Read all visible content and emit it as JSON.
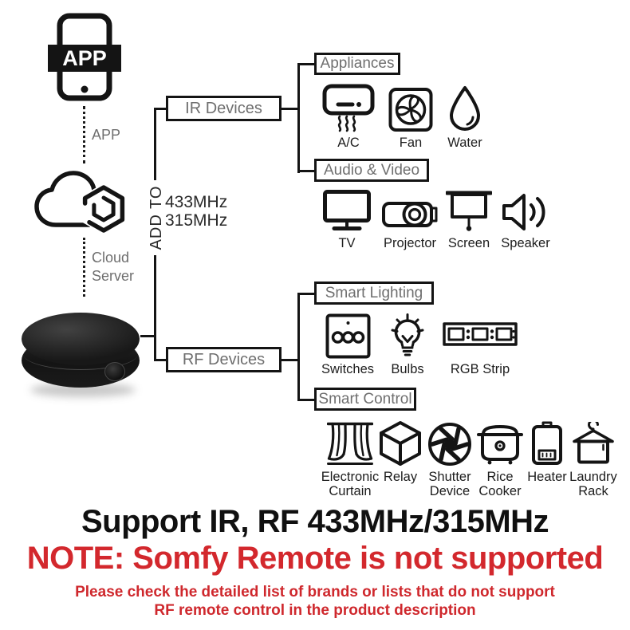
{
  "app": {
    "icon_text": "APP",
    "label": "APP"
  },
  "cloud": {
    "label_line1": "Cloud",
    "label_line2": "Server"
  },
  "hub": {
    "device": "ir-rf-smart-hub",
    "add_to": "ADD TO",
    "freq_433": "433MHz",
    "freq_315": "315MHz"
  },
  "branches": {
    "ir": {
      "label": "IR Devices"
    },
    "rf": {
      "label": "RF Devices"
    }
  },
  "groups": [
    {
      "title": "Appliances",
      "items": [
        {
          "icon": "ac-icon",
          "label": "A/C"
        },
        {
          "icon": "fan-icon",
          "label": "Fan"
        },
        {
          "icon": "water-icon",
          "label": "Water"
        }
      ]
    },
    {
      "title": "Audio & Video",
      "items": [
        {
          "icon": "tv-icon",
          "label": "TV"
        },
        {
          "icon": "projector-icon",
          "label": "Projector"
        },
        {
          "icon": "screen-icon",
          "label": "Screen"
        },
        {
          "icon": "speaker-icon",
          "label": "Speaker"
        }
      ]
    },
    {
      "title": "Smart Lighting",
      "items": [
        {
          "icon": "switches-icon",
          "label": "Switches"
        },
        {
          "icon": "bulb-icon",
          "label": "Bulbs"
        },
        {
          "icon": "rgb-strip-icon",
          "label": "RGB Strip"
        }
      ]
    },
    {
      "title": "Smart Control",
      "items": [
        {
          "icon": "curtain-icon",
          "label": "Electronic Curtain"
        },
        {
          "icon": "relay-icon",
          "label": "Relay"
        },
        {
          "icon": "shutter-icon",
          "label": "Shutter Device"
        },
        {
          "icon": "rice-cooker-icon",
          "label": "Rice Cooker"
        },
        {
          "icon": "heater-icon",
          "label": "Heater"
        },
        {
          "icon": "laundry-rack-icon",
          "label": "Laundry Rack"
        }
      ]
    }
  ],
  "footer": {
    "headline": "Support IR, RF 433MHz/315MHz",
    "note": "NOTE: Somfy Remote is not supported",
    "disclaimer_line1": "Please check the detailed list of brands or lists that do not support",
    "disclaimer_line2": "RF remote control in the product description"
  },
  "colors": {
    "line": "#141414",
    "gray_label": "#6f6f6f",
    "item_label": "#1d1d1d",
    "note_red": "#d3282d"
  }
}
